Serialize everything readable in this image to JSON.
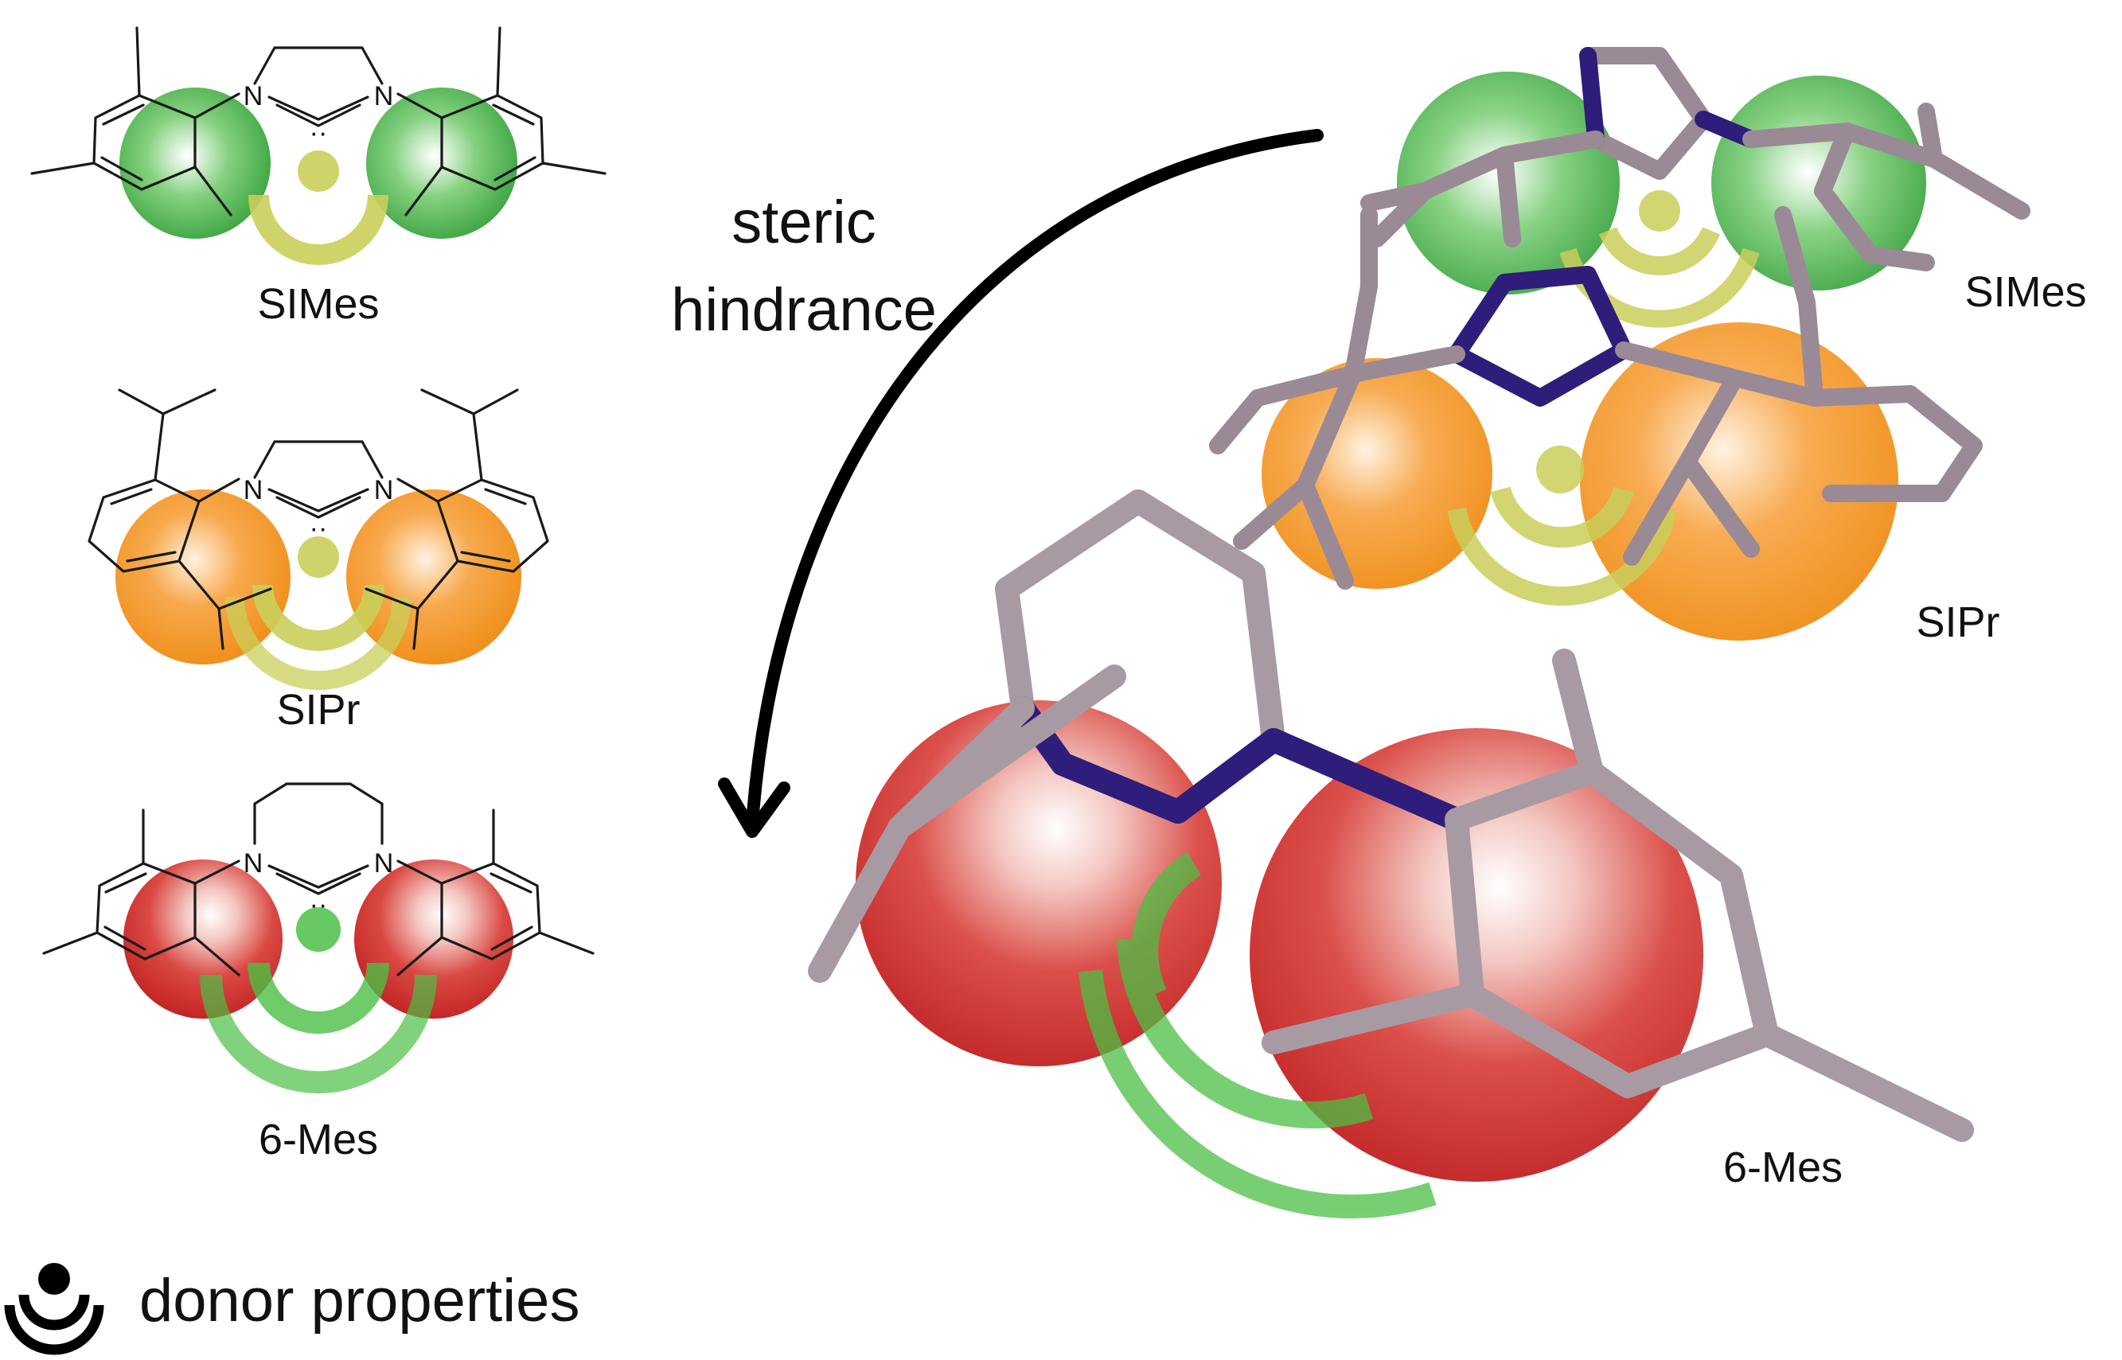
{
  "colors": {
    "simes_sphere": "#3aae3a",
    "sipr_sphere": "#f28c14",
    "mes6_sphere": "#d3201f",
    "donor_weak": "#c9cf5a",
    "donor_strong": "#4cbf45",
    "stick_carbon": "#9a8a95",
    "stick_nitrogen": "#2e1d7a",
    "arrow": "#000000"
  },
  "structures_2d": [
    {
      "name": "SIMes",
      "atoms": [
        "N",
        "N"
      ]
    },
    {
      "name": "SIPr",
      "atoms": [
        "N",
        "N"
      ]
    },
    {
      "name": "6-Mes",
      "atoms": [
        "N",
        "N"
      ]
    }
  ],
  "arrow_label": {
    "line1": "steric",
    "line2": "hindrance"
  },
  "models_3d": [
    {
      "name": "SIMes"
    },
    {
      "name": "SIPr"
    },
    {
      "name": "6-Mes"
    }
  ],
  "legend": {
    "icon": "donor-signal-icon",
    "label": "donor properties"
  }
}
